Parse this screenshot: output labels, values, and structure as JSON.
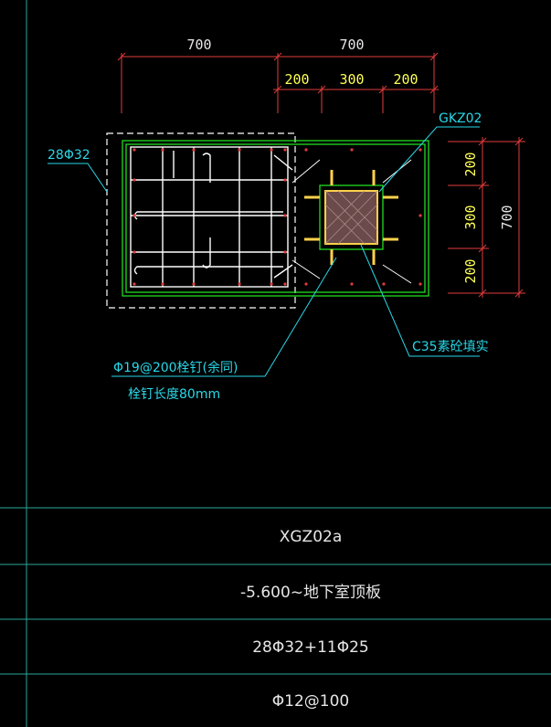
{
  "dimensions": {
    "top_total_left": "700",
    "top_total_right": "700",
    "top_sub": [
      "200",
      "300",
      "200"
    ],
    "right_sub": [
      "200",
      "300",
      "200"
    ],
    "right_total": "700"
  },
  "labels": {
    "bar_callout": "28Φ32",
    "steel_column": "GKZ02",
    "concrete_fill": "C35素砼填实",
    "stud_spec": "Φ19@200栓钉(余同)",
    "stud_length": "栓钉长度80mm"
  },
  "table": {
    "rows": [
      "XGZ02a",
      "-5.600~地下室顶板",
      "28Φ32+11Φ25",
      "Φ12@100"
    ]
  },
  "colors": {
    "background": "#000000",
    "frame_line": "#2aa89a",
    "section_outline": "#22ee22",
    "rebar": "#ffffff",
    "steel": "#ffd24a",
    "dimension": "#e23b3b",
    "leader": "#28d8e8"
  }
}
